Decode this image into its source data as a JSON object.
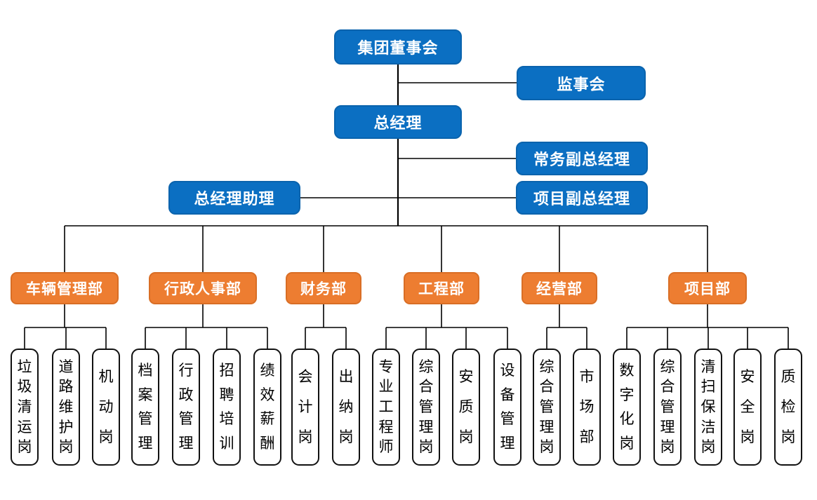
{
  "org": {
    "board": "集团董事会",
    "supervisory": "监事会",
    "general_manager": "总经理",
    "deputy_executive": "常务副总经理",
    "gm_assistant": "总经理助理",
    "deputy_project": "项目副总经理",
    "departments": [
      {
        "label": "车辆管理部",
        "positions": [
          "垃圾清运岗",
          "道路维护岗",
          "机动岗"
        ]
      },
      {
        "label": "行政人事部",
        "positions": [
          "档案管理",
          "行政管理",
          "招聘培训",
          "绩效薪酬"
        ]
      },
      {
        "label": "财务部",
        "positions": [
          "会计岗",
          "出纳岗"
        ]
      },
      {
        "label": "工程部",
        "positions": [
          "专业工程师",
          "综合管理岗",
          "安质岗",
          "设备管理"
        ]
      },
      {
        "label": "经营部",
        "positions": [
          "综合管理岗",
          "市场部"
        ]
      },
      {
        "label": "项目部",
        "positions": [
          "数字化岗",
          "综合管理岗",
          "清扫保洁岗",
          "安全岗",
          "质检岗"
        ]
      }
    ]
  },
  "colors": {
    "executive_fill": "#0b6fc2",
    "executive_border": "#0a63ad",
    "department_fill": "#ed7d31",
    "department_border": "#d96e25",
    "position_border": "#111111",
    "connector": "#000000",
    "background": "#ffffff"
  }
}
